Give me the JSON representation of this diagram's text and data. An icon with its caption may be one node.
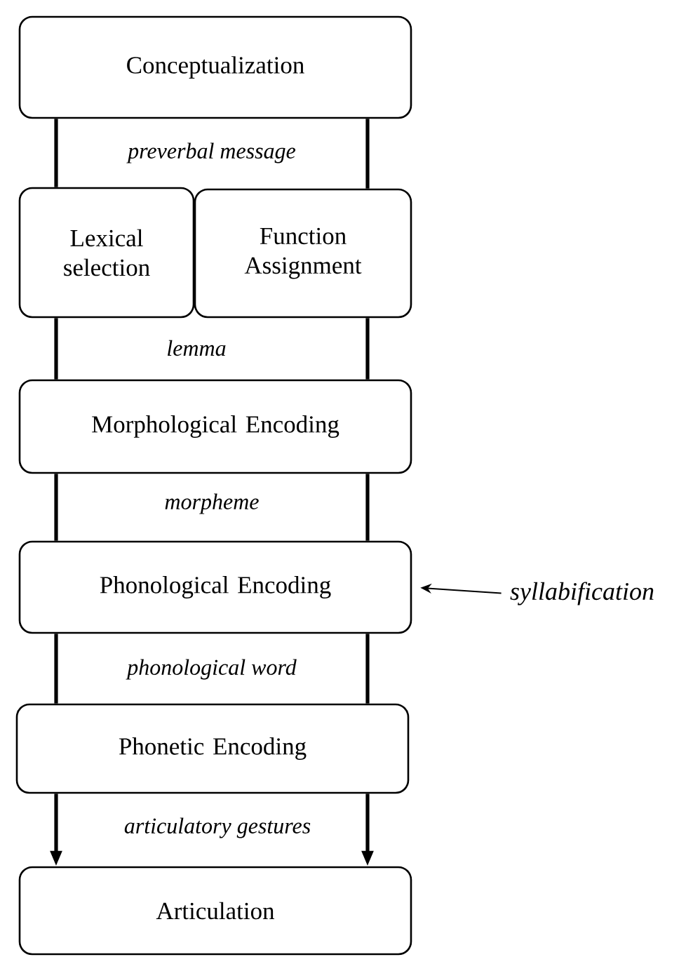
{
  "diagram": {
    "nodes": [
      {
        "text": [
          "Conceptualization"
        ]
      },
      {
        "text": [
          "Lexical selection"
        ]
      },
      {
        "text": [
          "Function Assignment"
        ]
      },
      {
        "text": [
          "Morphological Encoding"
        ]
      },
      {
        "text": [
          "Phonological Encoding"
        ]
      },
      {
        "text": [
          "Phonetic Encoding"
        ]
      },
      {
        "text": [
          "Articulation"
        ]
      },
      {
        "text": [
          "syllabification"
        ]
      }
    ],
    "edges": [
      {
        "from": 0,
        "to": 1,
        "arrow": "none",
        "label": "preverbal message"
      },
      {
        "from": 0,
        "to": 2,
        "arrow": "none"
      },
      {
        "from": 1,
        "to": 3,
        "arrow": "none",
        "label": "lemma"
      },
      {
        "from": 2,
        "to": 3,
        "arrow": "none"
      },
      {
        "from": 3,
        "to": 4,
        "arrow": "none",
        "label": "morpheme"
      },
      {
        "from": 3,
        "to": 4,
        "arrow": "none"
      },
      {
        "from": 4,
        "to": 5,
        "arrow": "none",
        "label": "phonological word"
      },
      {
        "from": 4,
        "to": 5,
        "arrow": "none"
      },
      {
        "from": 5,
        "to": 6,
        "arrow": "to",
        "label": "articulatory gestures"
      },
      {
        "from": 5,
        "to": 6,
        "arrow": "to"
      },
      {
        "from": 7,
        "to": 4,
        "arrow": "to"
      }
    ]
  }
}
